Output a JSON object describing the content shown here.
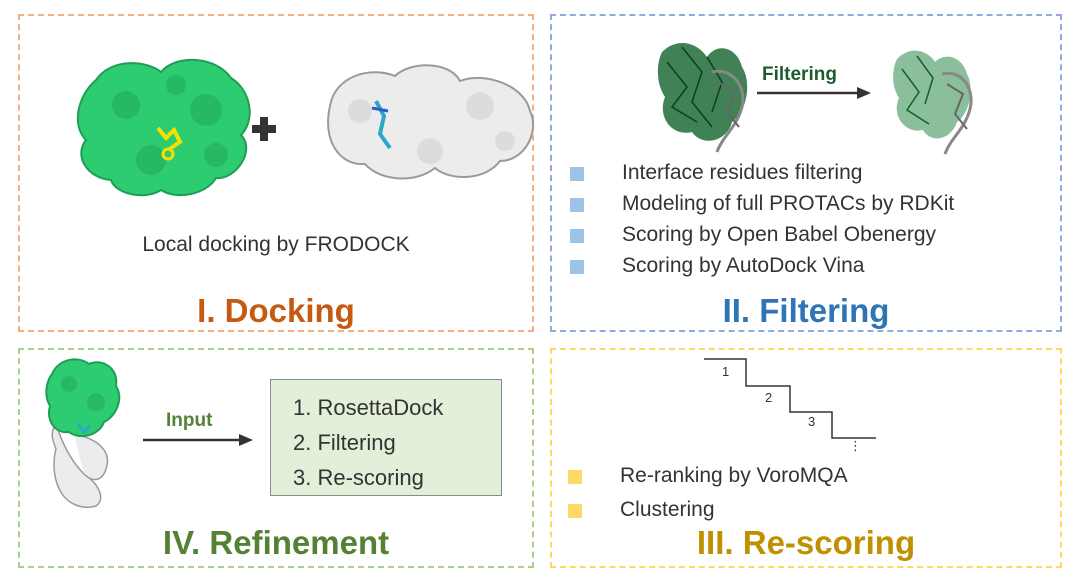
{
  "colors": {
    "docking": "#c55a11",
    "filtering": "#2e75b6",
    "rescoring": "#bf9000",
    "refinement": "#548235",
    "filtering_arrow_label": "#1e5b2f",
    "input_arrow_label": "#548235",
    "protein_green": "#2ecc71",
    "protein_gray": "#e8e8e8",
    "bullet_blue": "#9dc3e6",
    "bullet_yellow": "#ffd966"
  },
  "docking": {
    "caption": "Local docking by FRODOCK",
    "title": "I. Docking"
  },
  "filtering": {
    "arrow_label": "Filtering",
    "items": [
      "Interface residues filtering",
      "Modeling of full PROTACs by RDKit",
      "Scoring by Open Babel Obenergy",
      "Scoring by AutoDock Vina"
    ],
    "title": "II. Filtering"
  },
  "rescoring": {
    "steps": [
      "1",
      "2",
      "3"
    ],
    "ellipsis": "⋮",
    "items": [
      "Re-ranking by VoroMQA",
      "Clustering"
    ],
    "title": "III. Re-scoring"
  },
  "refinement": {
    "arrow_label": "Input",
    "steps": [
      "1. RosettaDock",
      "2. Filtering",
      "3. Re-scoring"
    ],
    "title": "IV. Refinement"
  }
}
